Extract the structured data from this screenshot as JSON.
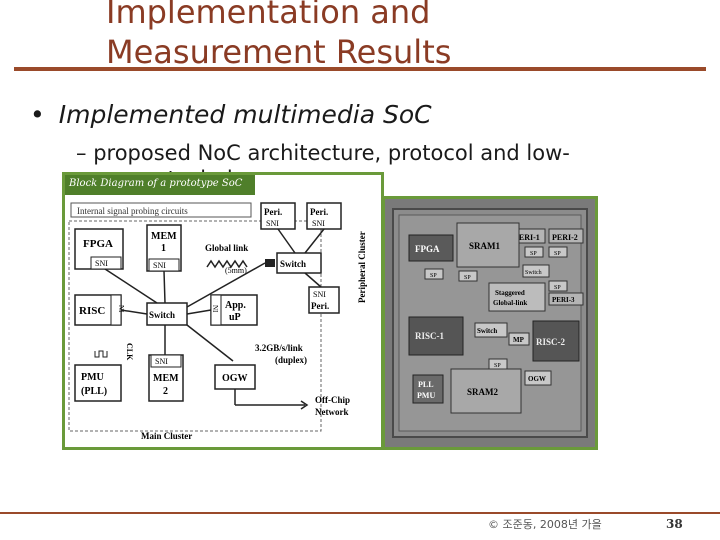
{
  "slide": {
    "title_line1": "Implementation and",
    "title_line2": "Measurement Results",
    "bullet": "Implemented multimedia SoC",
    "sub_dash": "–",
    "sub_text_line1": "proposed NoC architecture, protocol and low-",
    "sub_text_line2": "power techniques",
    "footer": "© 조준동, 2008년 가을",
    "page": "38"
  },
  "block_diagram": {
    "caption": "Block Diagram of a prototype SoC",
    "probe_label": "Internal signal probing circuits",
    "fpga": "FPGA",
    "mem1_a": "MEM",
    "mem1_b": "1",
    "sni": "SNI",
    "switch": "Switch",
    "global_link": "Global link",
    "global_len": "(5mm)",
    "peri": "Peri.",
    "peripheral_cluster": "Peripheral Cluster",
    "risc": "RISC",
    "ni": "NI",
    "app_a": "App.",
    "app_b": "uP",
    "bw_a": "3.2GB/s/link",
    "bw_b": "(duplex)",
    "pmu_a": "PMU",
    "pmu_b": "(PLL)",
    "clk": "CLK",
    "mem2_a": "MEM",
    "mem2_b": "2",
    "ogw": "OGW",
    "offchip_a": "Off-Chip",
    "offchip_b": "Network",
    "main_cluster": "Main Cluster"
  },
  "die_photo": {
    "peri1": "PERI-1",
    "peri2": "PERI-2",
    "fpga": "FPGA",
    "sram1": "SRAM1",
    "sp": "SP",
    "switch": "Switch",
    "peri3": "PERI-3",
    "staggered_a": "Staggered",
    "staggered_b": "Global-link",
    "risc1": "RISC-1",
    "mp": "MP",
    "risc2": "RISC-2",
    "pll_a": "PLL",
    "pll_b": "PMU",
    "ogw": "OGW",
    "sram2": "SRAM2"
  }
}
